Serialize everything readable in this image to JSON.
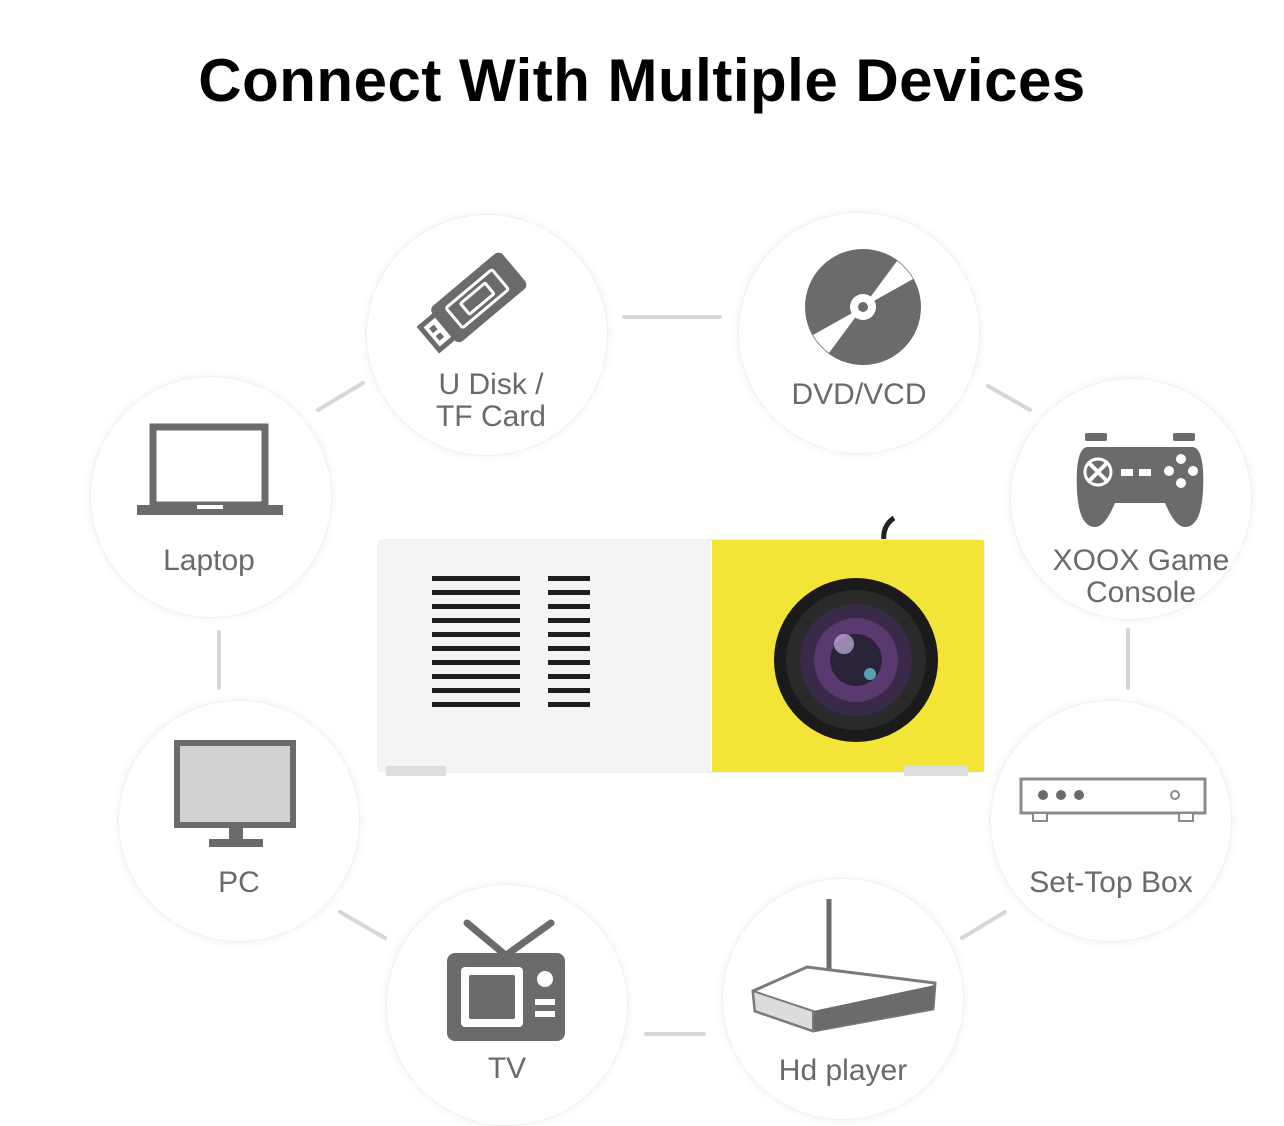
{
  "title": "Connect With Multiple Devices",
  "devices": [
    {
      "label": "U Disk /\nTF Card",
      "icon": "usb-drive-icon"
    },
    {
      "label": "DVD/VCD",
      "icon": "disc-icon"
    },
    {
      "label": "XOOX Game\nConsole",
      "icon": "gamepad-icon"
    },
    {
      "label": "Set-Top Box",
      "icon": "set-top-box-icon"
    },
    {
      "label": "Hd player",
      "icon": "router-icon"
    },
    {
      "label": "TV",
      "icon": "tv-icon"
    },
    {
      "label": "PC",
      "icon": "monitor-icon"
    },
    {
      "label": "Laptop",
      "icon": "laptop-icon"
    }
  ],
  "colors": {
    "icon": "#6b6b6b",
    "label": "#6a6a6a",
    "connector": "#d6d6d6",
    "projector_front": "#f3e438"
  }
}
